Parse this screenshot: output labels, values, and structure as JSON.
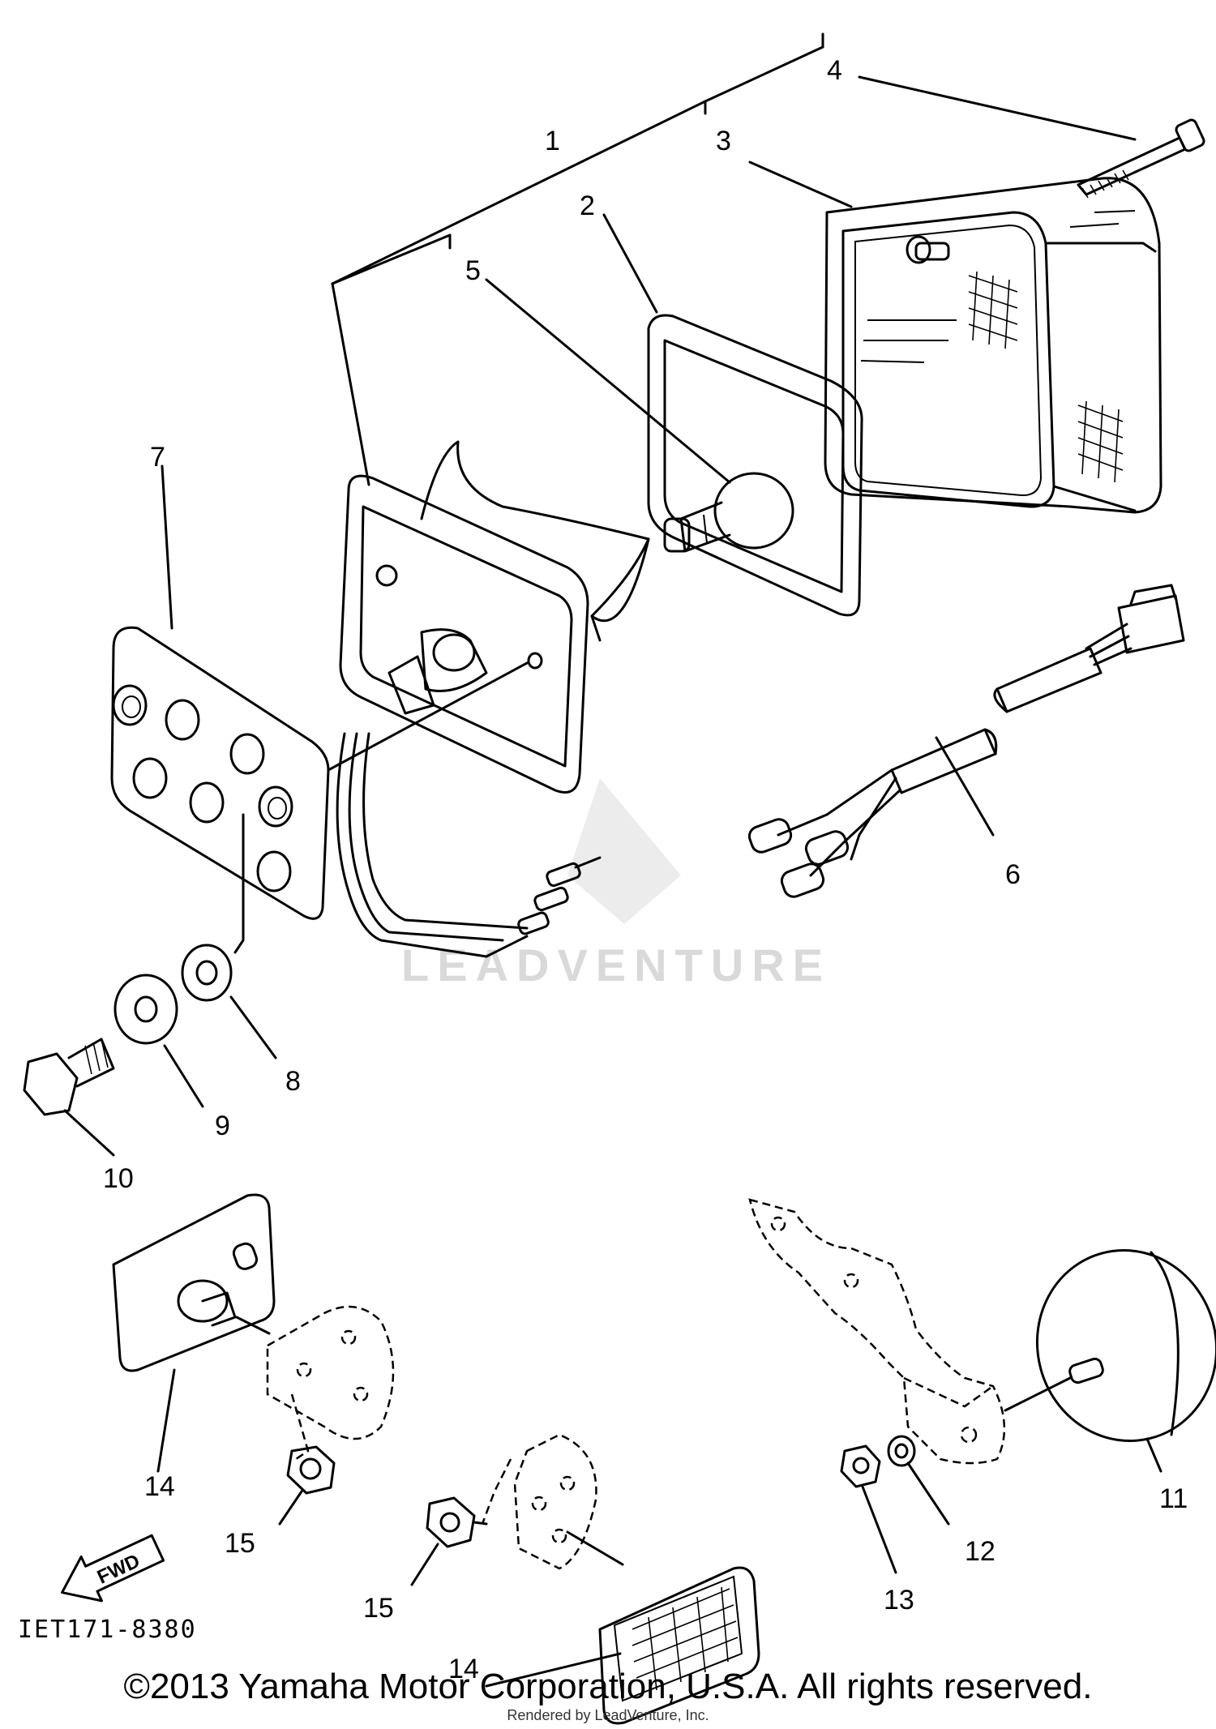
{
  "diagram": {
    "callouts": [
      "1",
      "2",
      "3",
      "4",
      "5",
      "6",
      "7",
      "8",
      "9",
      "10",
      "11",
      "12",
      "13",
      "14",
      "15",
      "14",
      "15"
    ],
    "fwd_arrow_label": "FWD",
    "part_code": "IET171-8380",
    "watermark": "LEADVENTURE"
  },
  "footer": {
    "copyright": "©2013 Yamaha Motor Corporation, U.S.A. All rights reserved.",
    "rendered_by": "Rendered by LeadVenture, Inc."
  }
}
